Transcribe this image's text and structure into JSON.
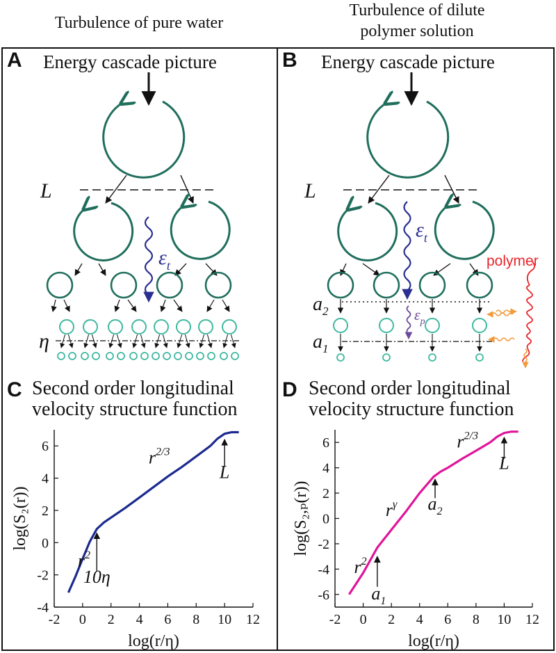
{
  "titles": {
    "left": "Turbulence of pure water",
    "right_line1": "Turbulence of dilute",
    "right_line2": "polymer solution"
  },
  "panels": {
    "A": {
      "label": "A",
      "title": "Energy cascade picture",
      "L": "L",
      "eta": "η",
      "eps": "ε",
      "eps_sub": "t"
    },
    "B": {
      "label": "B",
      "title": "Energy cascade picture",
      "L": "L",
      "a2": "a",
      "a2_sub": "2",
      "a1": "a",
      "a1_sub": "1",
      "eps_t": "ε",
      "eps_t_sub": "t",
      "eps_p": "ε",
      "eps_p_sub": "p",
      "polymer": "polymer"
    },
    "C": {
      "label": "C",
      "title_line1": "Second order longitudinal",
      "title_line2": "velocity structure function"
    },
    "D": {
      "label": "D",
      "title_line1": "Second order longitudinal",
      "title_line2": "velocity structure function"
    }
  },
  "colors": {
    "eddy": "#1f6e5c",
    "eddy_small": "#3fb8a0",
    "cascade": "#2b2f8f",
    "polymer_transfer": "#6a4a9c",
    "polymer": "#e8262b",
    "polymer_wave": "#f39a3c",
    "curve_C": "#1c2a8f",
    "curve_D": "#e0149a"
  },
  "chart_data": [
    {
      "type": "line",
      "xlabel": "log(r/η)",
      "ylabel": "log(S₂(r))",
      "xlim": [
        -2,
        12
      ],
      "ylim": [
        -4,
        7
      ],
      "xticks": [
        "-2",
        "0",
        "2",
        "4",
        "6",
        "8",
        "10",
        "12"
      ],
      "yticks": [
        "-4",
        "-2",
        "0",
        "2",
        "4",
        "6"
      ],
      "series": [
        {
          "x": [
            -1,
            -0.5,
            0,
            0.5,
            1,
            1.5,
            2,
            3,
            4,
            5,
            6,
            7,
            8,
            9,
            9.5,
            10,
            10.5,
            11
          ],
          "y": [
            -3.1,
            -2.1,
            -1.0,
            0.05,
            0.85,
            1.25,
            1.55,
            2.15,
            2.8,
            3.45,
            4.1,
            4.7,
            5.35,
            6.0,
            6.45,
            6.75,
            6.85,
            6.85
          ]
        }
      ],
      "annotations": [
        {
          "text": "r",
          "sup": "2",
          "x": 0.1,
          "y": -1.5
        },
        {
          "text": "10η",
          "x": 1.0,
          "y": -2.5
        },
        {
          "text": "r",
          "sup": "2/3",
          "x": 5.4,
          "y": 4.9
        },
        {
          "text": "L",
          "x": 10,
          "y": 4.0
        }
      ]
    },
    {
      "type": "line",
      "xlabel": "log(r/η)",
      "ylabel": "log(S₂,ₚ(r))",
      "xlim": [
        -2,
        12
      ],
      "ylim": [
        -7,
        7
      ],
      "xticks": [
        "-2",
        "0",
        "2",
        "4",
        "6",
        "8",
        "10",
        "12"
      ],
      "yticks": [
        "-6",
        "-4",
        "-2",
        "0",
        "2",
        "4",
        "6"
      ],
      "series": [
        {
          "x": [
            -1,
            0,
            1,
            2,
            3,
            4,
            5,
            5.5,
            6,
            7,
            8,
            9,
            9.5,
            10,
            10.5,
            11
          ],
          "y": [
            -6.0,
            -4.3,
            -2.3,
            -0.9,
            0.5,
            2.0,
            3.3,
            3.7,
            4.0,
            4.7,
            5.35,
            6.0,
            6.45,
            6.75,
            6.85,
            6.85
          ]
        }
      ],
      "annotations": [
        {
          "text": "r",
          "sup": "2",
          "x": -0.2,
          "y": -4.3
        },
        {
          "text": "a",
          "sub": "1",
          "x": 1.1,
          "y": -6.4
        },
        {
          "text": "r",
          "sup": "γ",
          "x": 2.0,
          "y": 0.2
        },
        {
          "text": "a",
          "sub": "2",
          "x": 5.1,
          "y": 0.7
        },
        {
          "text": "r",
          "sup": "2/3",
          "x": 7.4,
          "y": 5.6
        },
        {
          "text": "L",
          "x": 10,
          "y": 3.9
        }
      ]
    }
  ]
}
